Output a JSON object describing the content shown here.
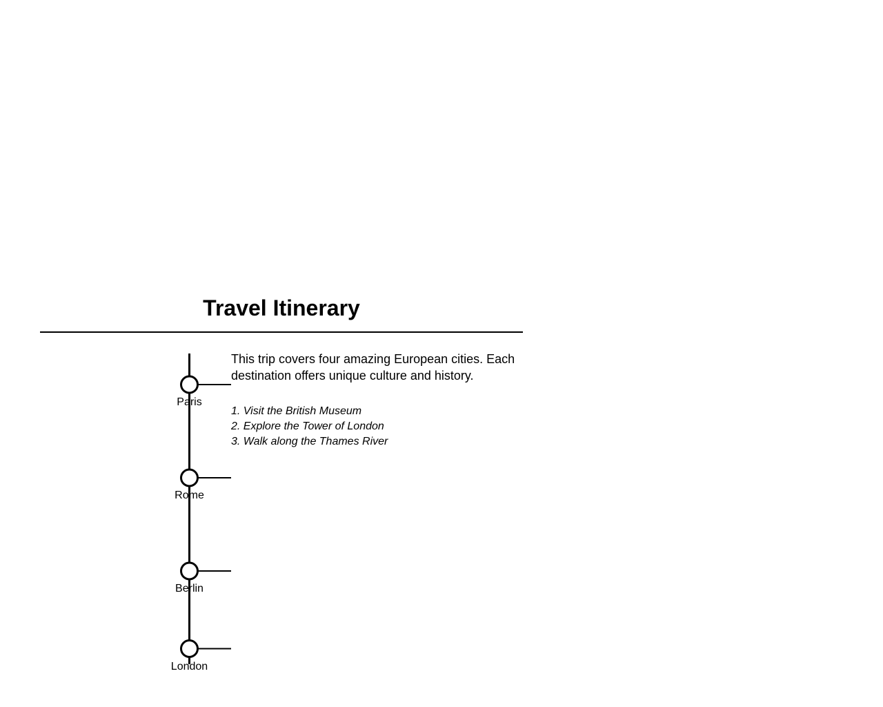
{
  "title": "Travel Itinerary",
  "description": "This trip covers four amazing European cities. Each destination offers unique culture and history.",
  "timeline": {
    "cities": [
      "Paris",
      "Rome",
      "Berlin",
      "London"
    ]
  },
  "activities": [
    "1. Visit the British Museum",
    "2. Explore the Tower of London",
    "3. Walk along the Thames River"
  ]
}
